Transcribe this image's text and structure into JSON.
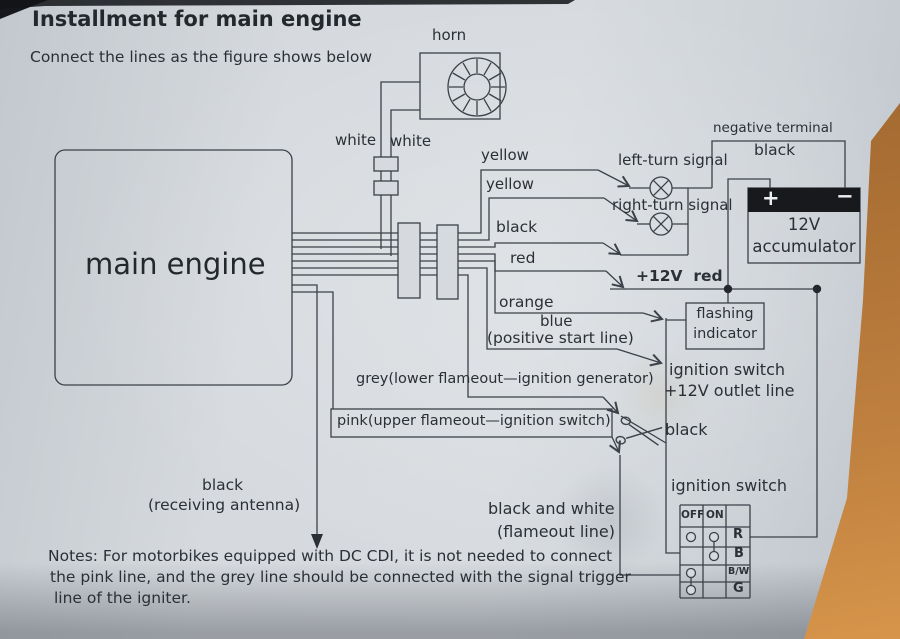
{
  "title": "Installment for main engine",
  "subtitle": "Connect the lines as the figure shows below",
  "engine": {
    "label": "main engine"
  },
  "horn": {
    "label": "horn"
  },
  "wire_labels": {
    "white_left": "white",
    "white_right": "white",
    "yellow_1": "yellow",
    "yellow_2": "yellow",
    "black_turn": "black",
    "red": "red",
    "plus12v_red": "+12V  red",
    "orange": "orange",
    "blue": "blue",
    "blue_paren": "(positive start line)",
    "grey": "grey(lower flameout—ignition generator)",
    "pink": "pink(upper flameout—ignition switch)",
    "black_cut": "black",
    "antenna_black": "black",
    "antenna_paren": "(receiving antenna)",
    "bw_line1": "black and white",
    "bw_line2": "(flameout line)"
  },
  "signals": {
    "left_turn": "left-turn signal",
    "right_turn": "right-turn signal"
  },
  "battery": {
    "negative_terminal": "negative terminal",
    "negative_black": "black",
    "plus": "+",
    "minus": "−",
    "line1": "12V",
    "line2": "accumulator"
  },
  "flashing_indicator": {
    "line1": "flashing",
    "line2": "indicator"
  },
  "ignition_outlet": {
    "line1": "ignition switch",
    "line2": "+12V outlet line"
  },
  "ignition_switch": {
    "title": "ignition switch",
    "columns": [
      "OFF",
      "ON"
    ],
    "rows": [
      {
        "label": "R"
      },
      {
        "label": "B"
      },
      {
        "label": "B/W"
      },
      {
        "label": "G"
      }
    ]
  },
  "notes": {
    "line1": "Notes: For motorbikes equipped with DC CDI, it is not needed to connect",
    "line2": "the pink line, and the grey line should be connected with the signal trigger",
    "line3": "line of the igniter."
  },
  "colors": {
    "ink": "#3b4148",
    "paper": "#d3d7db",
    "wood": "#b87b38",
    "battery_bar": "#17191c"
  }
}
